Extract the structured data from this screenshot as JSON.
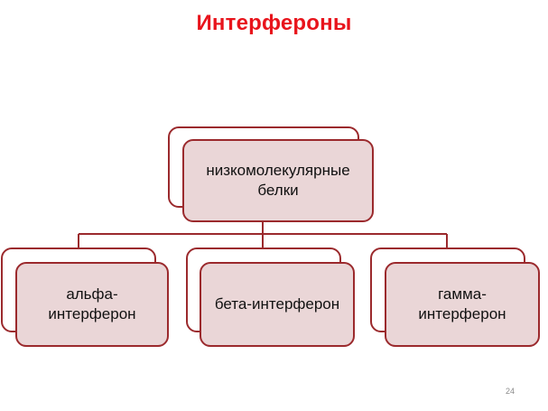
{
  "slide": {
    "title": "Интерфероны",
    "page_number": "24"
  },
  "diagram": {
    "root": {
      "label": "низкомолекулярные\nбелки"
    },
    "children": [
      {
        "label": "альфа-\nинтерферон"
      },
      {
        "label": "бета-интерферон"
      },
      {
        "label": "гамма-\nинтерферон"
      }
    ]
  },
  "colors": {
    "title": "#e8141c",
    "border": "#9b2a2d",
    "box_fill": "#ead6d7"
  }
}
